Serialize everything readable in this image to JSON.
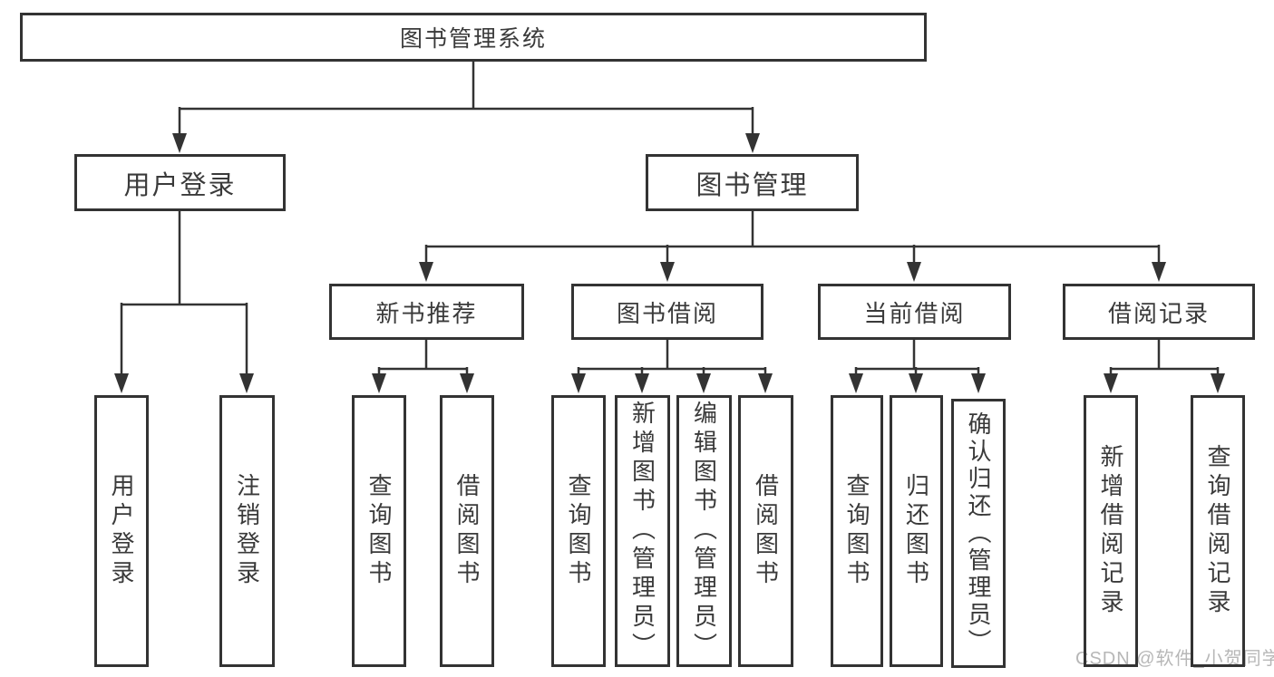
{
  "watermark": {
    "text": "CSDN @软件_小贺同学"
  },
  "colors": {
    "line": "#333333",
    "text": "#3a3a3a",
    "watermark": "#b7b7b7",
    "background": "#ffffff"
  },
  "tree": {
    "root": {
      "label": "图书管理系统"
    },
    "branches": [
      {
        "label": "用户登录",
        "children": [
          {
            "label": "用户登录"
          },
          {
            "label": "注销登录"
          }
        ]
      },
      {
        "label": "图书管理",
        "children": [
          {
            "label": "新书推荐",
            "children": [
              {
                "label": "查询图书"
              },
              {
                "label": "借阅图书"
              }
            ]
          },
          {
            "label": "图书借阅",
            "children": [
              {
                "label": "查询图书"
              },
              {
                "label": "新增图书（管理员）"
              },
              {
                "label": "编辑图书（管理员）"
              },
              {
                "label": "借阅图书"
              }
            ]
          },
          {
            "label": "当前借阅",
            "children": [
              {
                "label": "查询图书"
              },
              {
                "label": "归还图书"
              },
              {
                "label": "确认归还（管理员）"
              }
            ]
          },
          {
            "label": "借阅记录",
            "children": [
              {
                "label": "新增借阅记录"
              },
              {
                "label": "查询借阅记录"
              }
            ]
          }
        ]
      }
    ]
  }
}
